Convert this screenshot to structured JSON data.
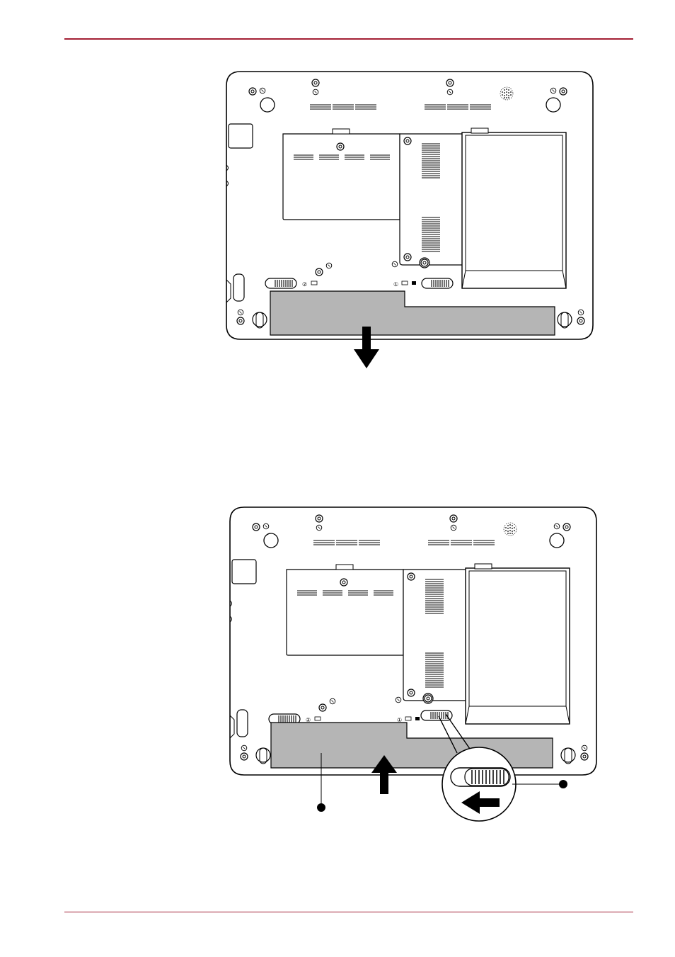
{
  "page": {
    "accent_color": "#a31f34",
    "figures": [
      {
        "id": "remove-battery",
        "arrow": "down"
      },
      {
        "id": "install-battery",
        "arrow": "up",
        "callout": "lock-slider-zoom",
        "pointers": [
          "battery-pack",
          "battery-lock"
        ]
      }
    ],
    "icons": [
      "screw-icon",
      "vent-icon",
      "speaker-icon",
      "battery-lock-icon",
      "battery-release-latch-icon",
      "arrow-down-icon",
      "arrow-up-icon",
      "arrow-left-icon",
      "callout-dot-icon"
    ]
  }
}
